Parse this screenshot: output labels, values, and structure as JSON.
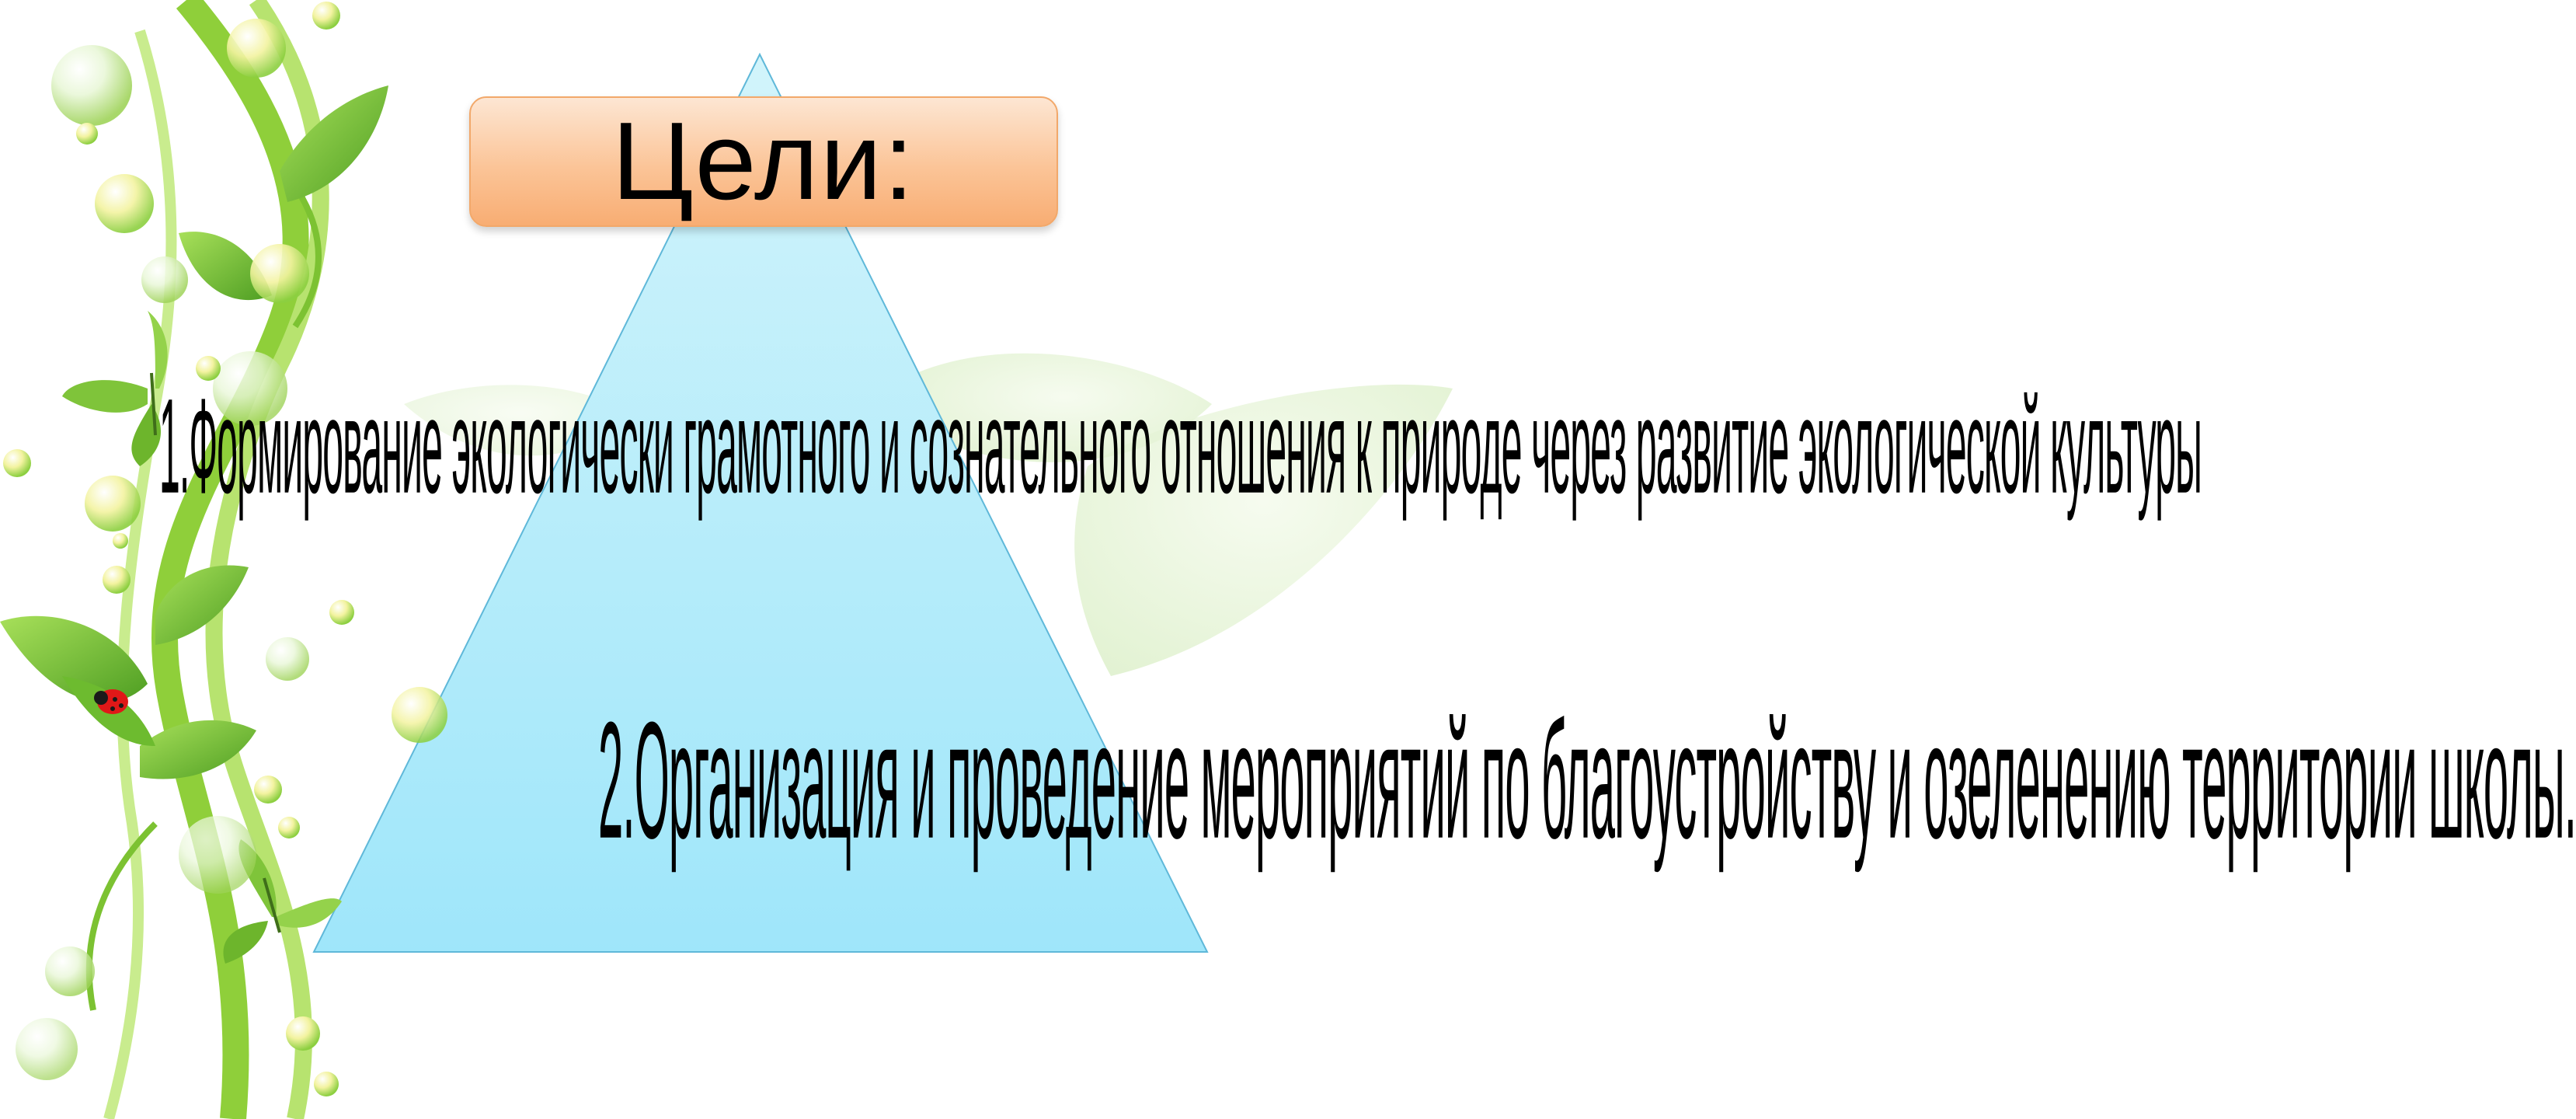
{
  "slide": {
    "title": "Цели:",
    "goals": [
      "1.Формирование экологически грамотного и сознательного отношения к природе через развитие экологической культуры",
      "2.Организация и проведение мероприятий по благоустройству и озеленению территории школы."
    ]
  },
  "colors": {
    "pyramid_top": "#d2f4fb",
    "pyramid_bottom": "#9fe6fa",
    "pyramid_stroke": "#5fb8d9",
    "title_box_top": "#fde6d3",
    "title_box_bottom": "#f8ad73",
    "vine_green": "#8fcf3a",
    "leaf_dark": "#5fae2a",
    "ladybug_red": "#e01818"
  },
  "icons": [
    "vine-decoration",
    "leaf-icon",
    "butterfly-icon",
    "ladybug-icon",
    "water-bubble-icon"
  ]
}
